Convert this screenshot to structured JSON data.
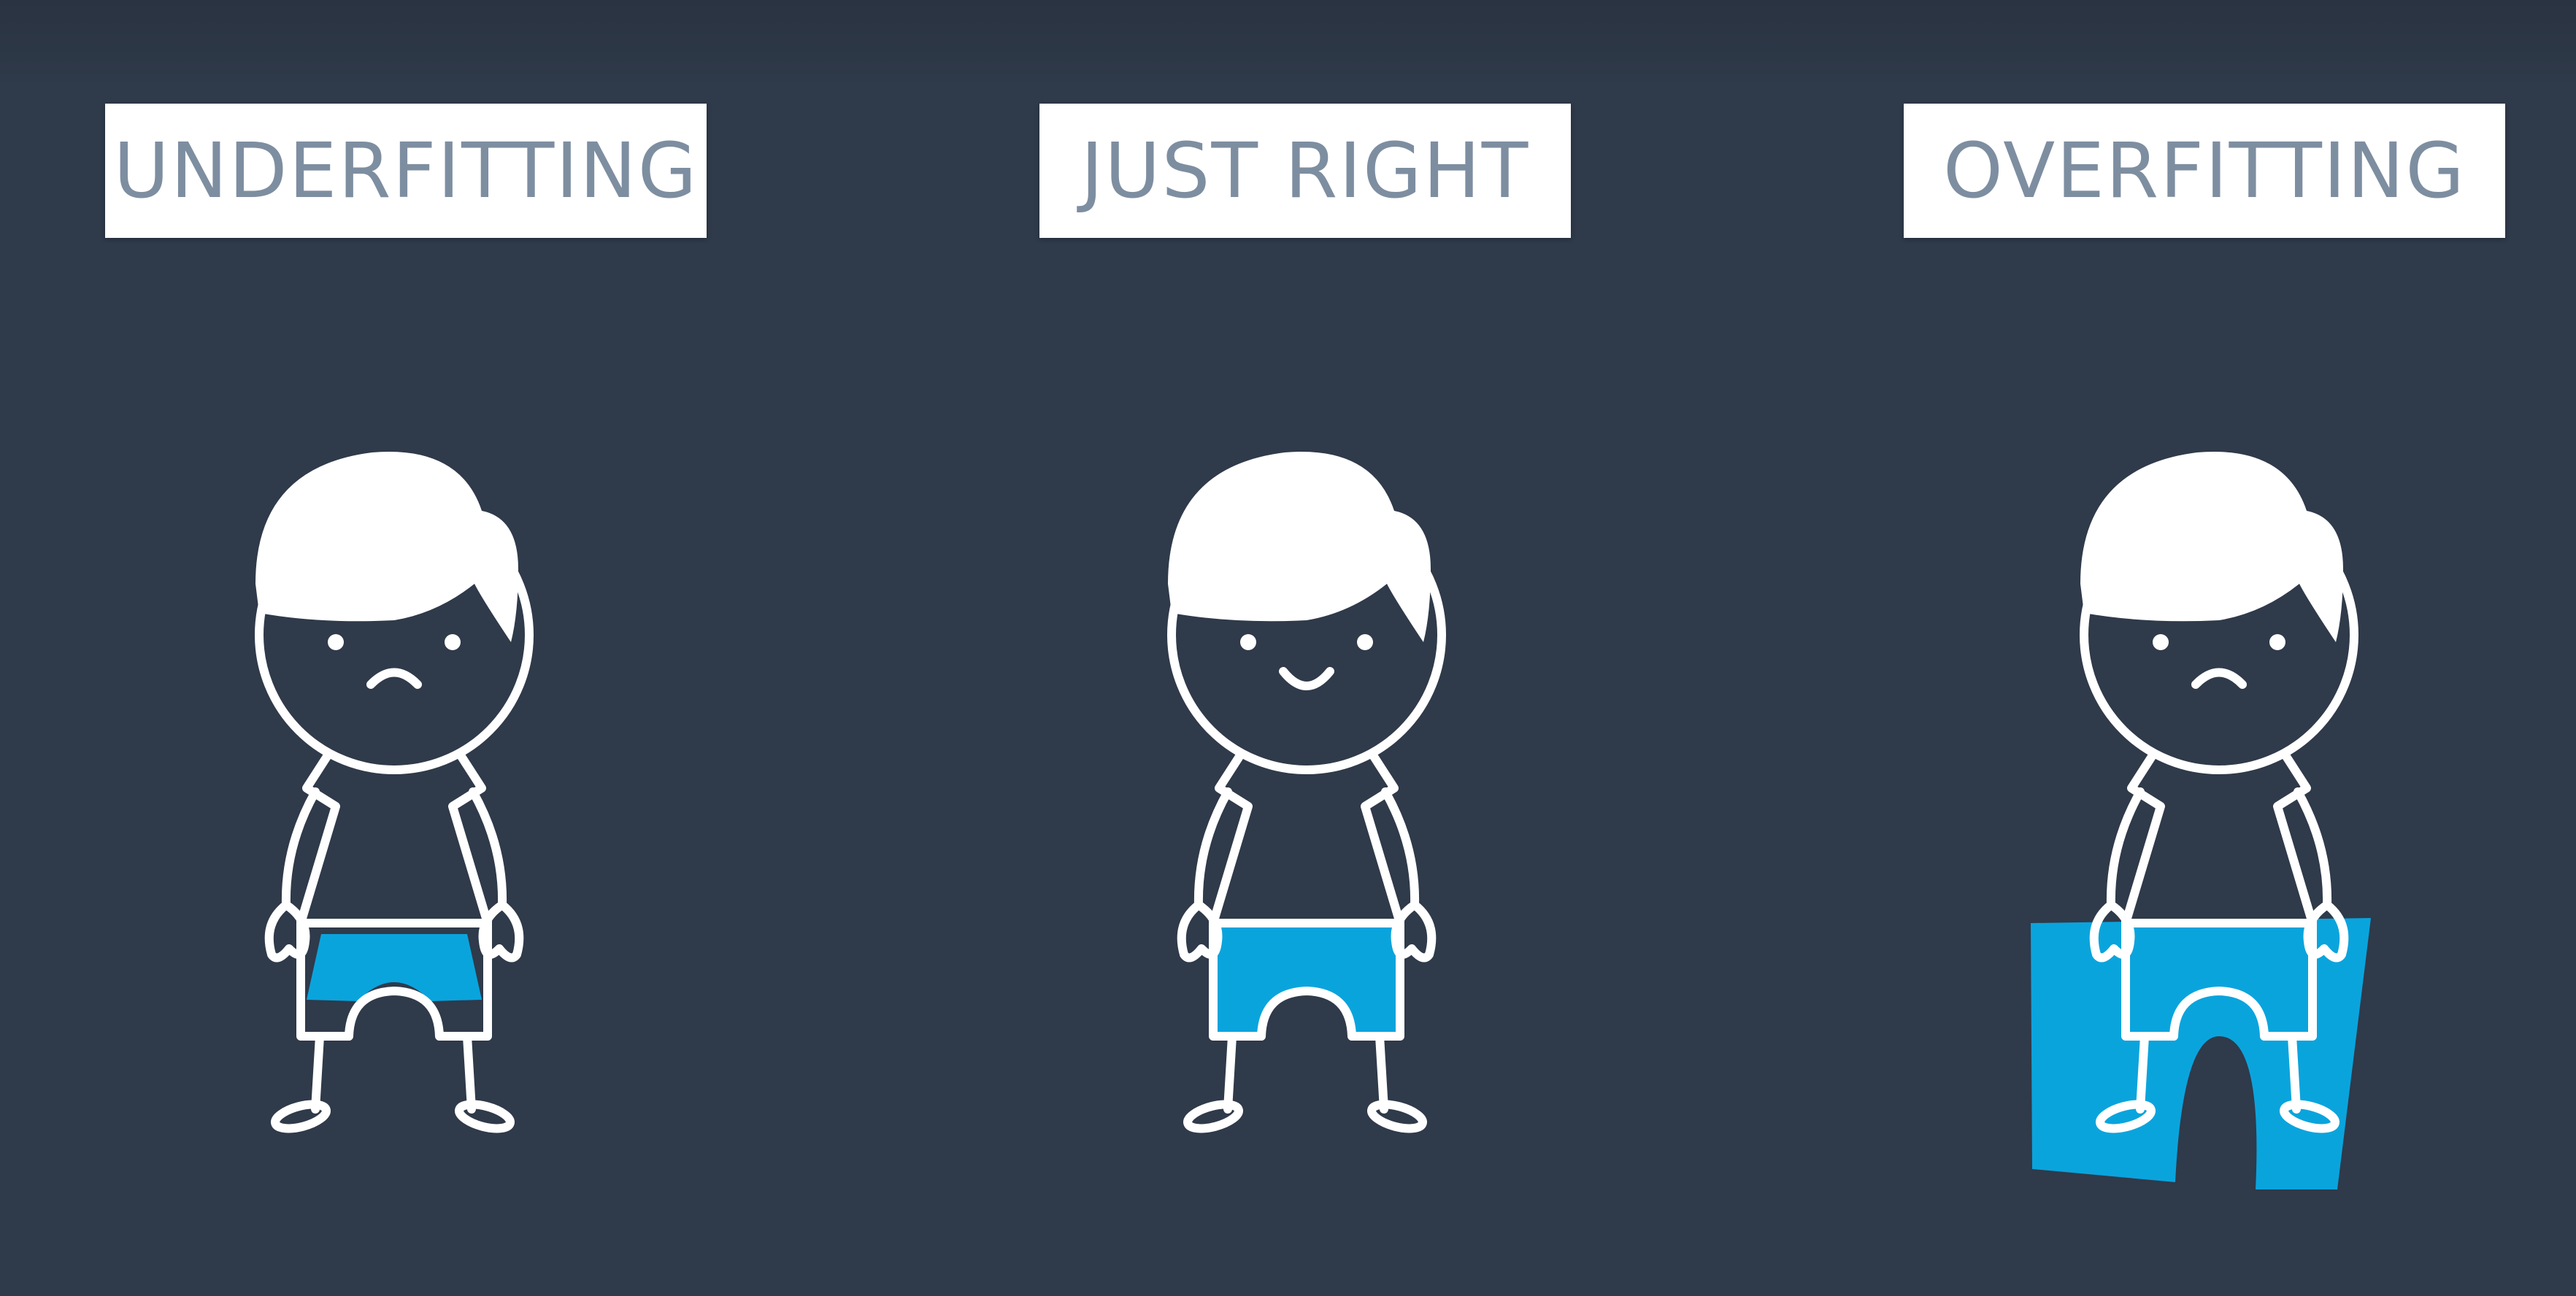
{
  "panels": [
    {
      "label": "UNDERFITTING",
      "mood": "sad",
      "pants_fit": "too-small"
    },
    {
      "label": "JUST RIGHT",
      "mood": "happy",
      "pants_fit": "fitted"
    },
    {
      "label": "OVERFITTING",
      "mood": "sad",
      "pants_fit": "too-large"
    }
  ],
  "colors": {
    "background": "#2f3a4a",
    "label_text": "#7e8ea1",
    "label_box": "#ffffff",
    "outline": "#ffffff",
    "pants": "#0aa4dd"
  }
}
